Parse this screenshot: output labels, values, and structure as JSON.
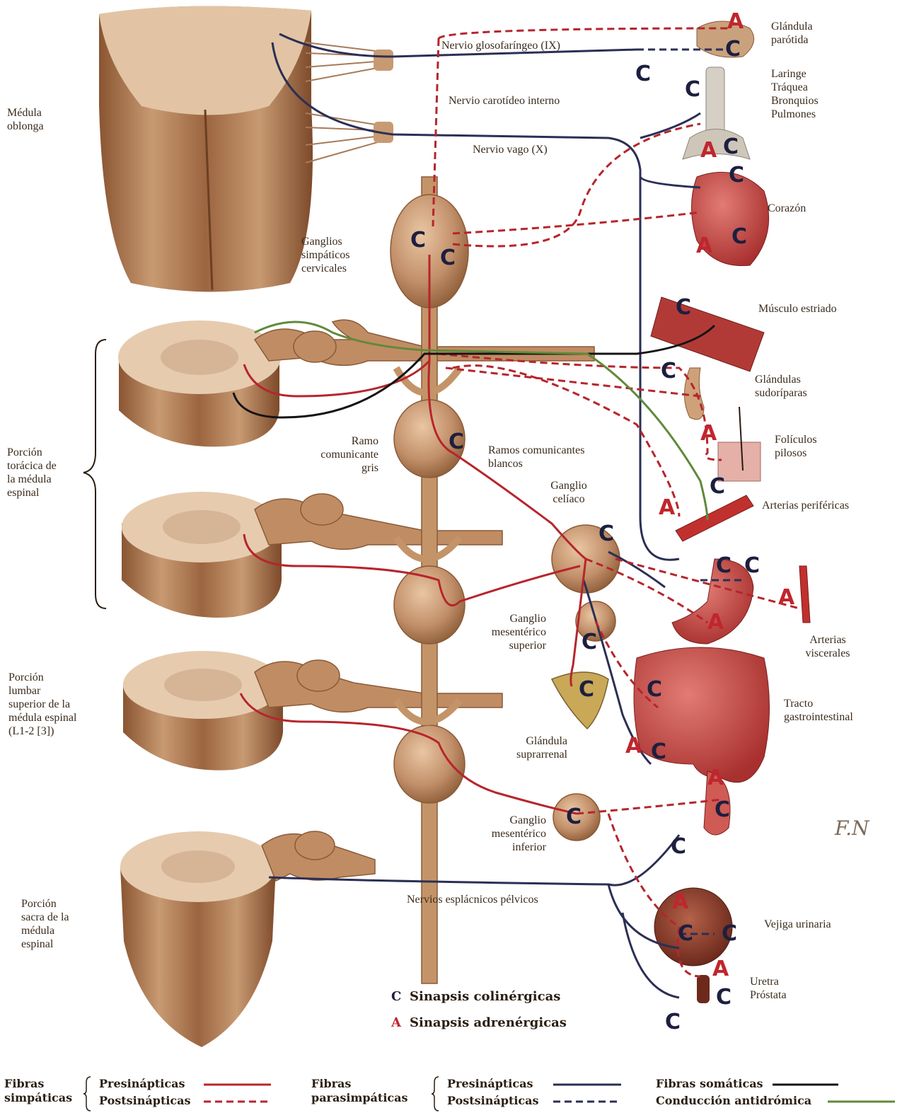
{
  "colors": {
    "sympathetic": "#b7252c",
    "parasympathetic": "#2b2f55",
    "somatic": "#141414",
    "antidromic": "#5f8a3a",
    "tissue": "#b98863",
    "tissue_dark": "#7a4a2a",
    "organ": "#c8423f"
  },
  "labels": {
    "medulla": "Médula\noblonga",
    "thoracic": "Porción\ntorácica de\nla médula\nespinal",
    "lumbar": "Porción\nlumbar\nsuperior de la\nmédula espinal\n(L1-2 [3])",
    "sacral": "Porción\nsacra de la\nmédula\nespinal",
    "glosso": "Nervio glosofaríngeo (IX)",
    "carotid": "Nervio carotídeo interno",
    "vagus": "Nervio vago (X)",
    "cervical_ganglia": "Ganglios\nsimpáticos\ncervicales",
    "gray_ramus": "Ramo\ncomunicante\ngris",
    "white_rami": "Ramos comunicantes\nblancos",
    "celiac": "Ganglio\ncelíaco",
    "sup_mesenteric": "Ganglio\nmesentérico\nsuperior",
    "adrenal": "Glándula\nsuprarrenal",
    "inf_mesenteric": "Ganglio\nmesentérico\ninferior",
    "pelvic": "Nervios esplácnicos pélvicos"
  },
  "organs": {
    "parotid": "Glándula\nparótida",
    "airways": "Laringe\nTráquea\nBronquios\nPulmones",
    "heart": "Corazón",
    "muscle": "Músculo estriado",
    "sweat": "Glándulas\nsudoríparas",
    "follicles": "Folículos\npilosos",
    "peripheral_arteries": "Arterias periféricas",
    "visceral_arteries": "Arterias\nviscerales",
    "gi_tract": "Tracto\ngastrointestinal",
    "bladder": "Vejiga urinaria",
    "urethra": "Uretra\nPróstata"
  },
  "synapse_key": {
    "c_symbol": "C",
    "c_label": "Sinapsis colinérgicas",
    "a_symbol": "A",
    "a_label": "Sinapsis adrenérgicas"
  },
  "legend": {
    "sympathetic_title": "Fibras\nsimpáticas",
    "parasympathetic_title": "Fibras\nparasimpáticas",
    "presynaptic": "Presinápticas",
    "postsynaptic": "Postsinápticas",
    "somatic": "Fibras somáticas",
    "antidromic": "Conducción antidrómica"
  },
  "markers": {
    "c": "C",
    "a": "A"
  }
}
